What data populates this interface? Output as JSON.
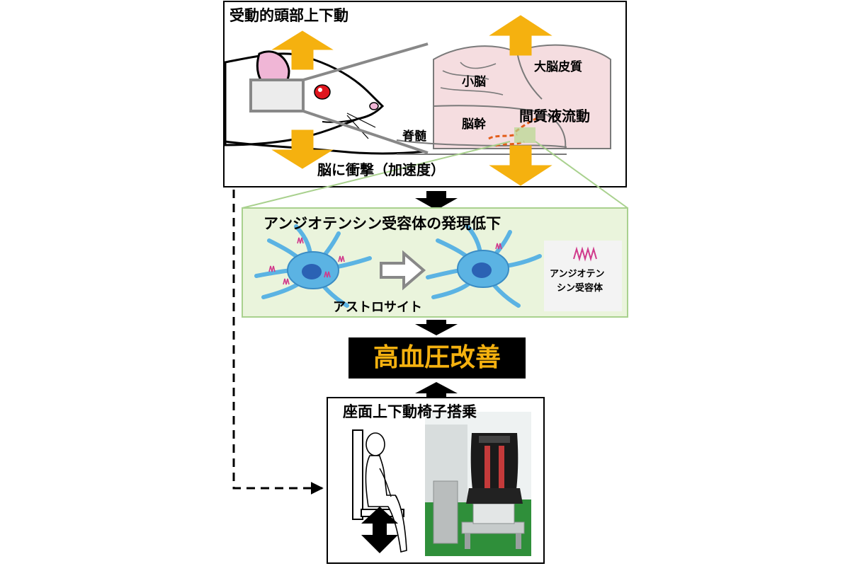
{
  "top_panel": {
    "title": "受動的頭部上下動",
    "shock_label": "脳に衝撃（加速度）",
    "brain_labels": {
      "cerebellum": "小脳",
      "cortex": "大脳皮質",
      "brainstem": "脳幹",
      "spinal_cord": "脊髄",
      "interstitial_flow": "間質液流動"
    }
  },
  "middle_panel": {
    "title": "アンジオテンシン受容体の発現低下",
    "cell_label": "アストロサイト",
    "legend_line1": "アンジオテン",
    "legend_line2": "シン受容体"
  },
  "result": {
    "label": "高血圧改善"
  },
  "bottom_panel": {
    "title": "座面上下動椅子搭乗"
  },
  "colors": {
    "arrow_orange": "#f5b10f",
    "result_text": "#f5b10f",
    "receptor_pink": "#d03a8c",
    "astrocyte_blue": "#5bb3e3",
    "panel_green_fill": "#eaf4dc",
    "panel_green_border": "#a9d18e",
    "brain_pink": "#f5dde0",
    "floor_green": "#2f8f3a"
  }
}
